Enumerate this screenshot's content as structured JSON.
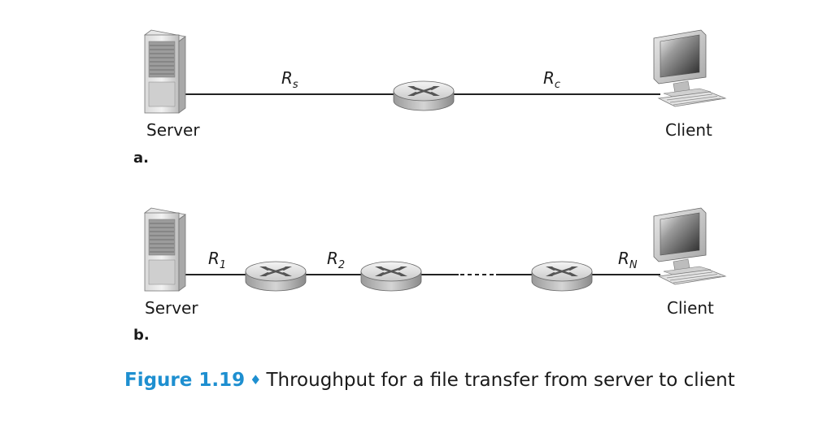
{
  "diagram_a": {
    "part_label": "a.",
    "server_label": "Server",
    "client_label": "Client",
    "rate_server": {
      "base": "R",
      "sub": "s"
    },
    "rate_client": {
      "base": "R",
      "sub": "c"
    }
  },
  "diagram_b": {
    "part_label": "b.",
    "server_label": "Server",
    "client_label": "Client",
    "rate_1": {
      "base": "R",
      "sub": "1"
    },
    "rate_2": {
      "base": "R",
      "sub": "2"
    },
    "rate_n": {
      "base": "R",
      "sub": "N"
    }
  },
  "caption": {
    "figure_number": "Figure 1.19",
    "bullet": "♦",
    "text": "Throughput for a file transfer from server to client"
  },
  "colors": {
    "caption_accent": "#1e8fd0",
    "link_line": "#222222"
  },
  "icons": [
    "server-icon",
    "router-icon",
    "client-computer-icon"
  ]
}
